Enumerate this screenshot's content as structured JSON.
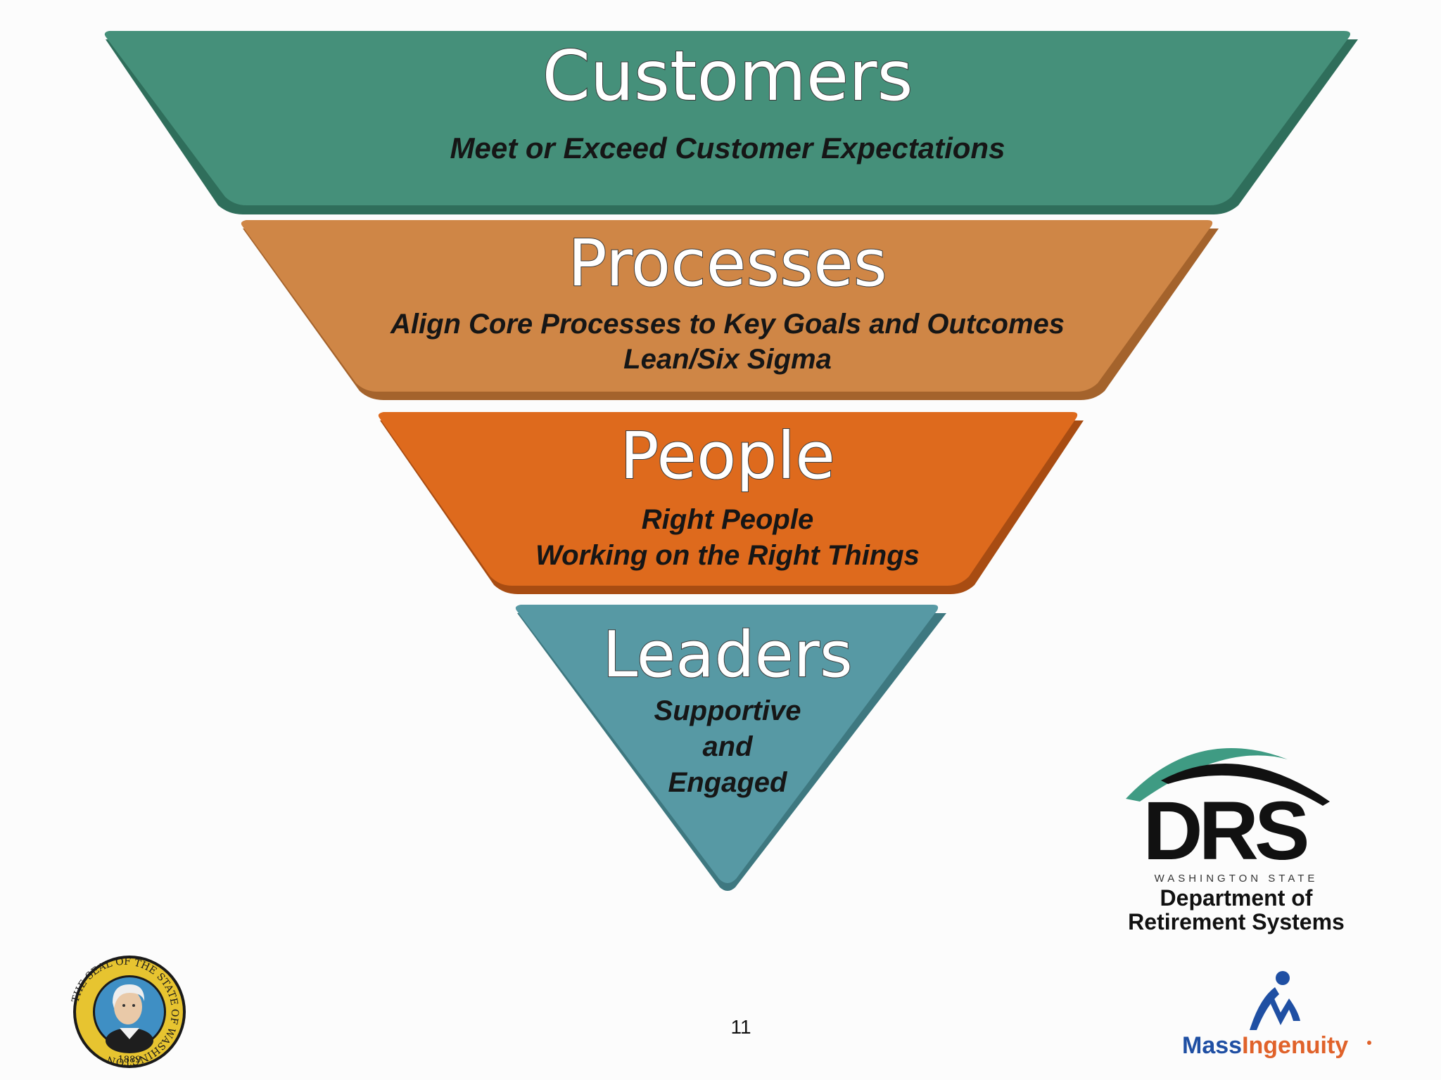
{
  "colors": {
    "customers": "#45907a",
    "customers_shadow": "#2f6e5b",
    "processes": "#cf8646",
    "processes_shadow": "#a4632c",
    "people": "#de6a1d",
    "people_shadow": "#a84c12",
    "leaders": "#5799a4",
    "leaders_shadow": "#3e7880"
  },
  "tiers": [
    {
      "title": "Customers",
      "lines": [
        "Meet or Exceed Customer Expectations"
      ]
    },
    {
      "title": "Processes",
      "lines": [
        "Align Core Processes to Key Goals and Outcomes",
        "Lean/Six Sigma"
      ]
    },
    {
      "title": "People",
      "lines": [
        "Right People",
        "Working on the Right Things"
      ]
    },
    {
      "title": "Leaders",
      "lines": [
        "Supportive",
        "and",
        "Engaged"
      ]
    }
  ],
  "page_number": "11",
  "logos": {
    "drs": {
      "mark": "DRS",
      "state": "WASHINGTON STATE",
      "line1": "Department of",
      "line2": "Retirement Systems"
    },
    "mass": {
      "part1": "Mass",
      "part2": "Ingenuity"
    },
    "seal": {
      "text": "THE SEAL OF THE STATE OF WASHINGTON",
      "year": "1889"
    }
  }
}
